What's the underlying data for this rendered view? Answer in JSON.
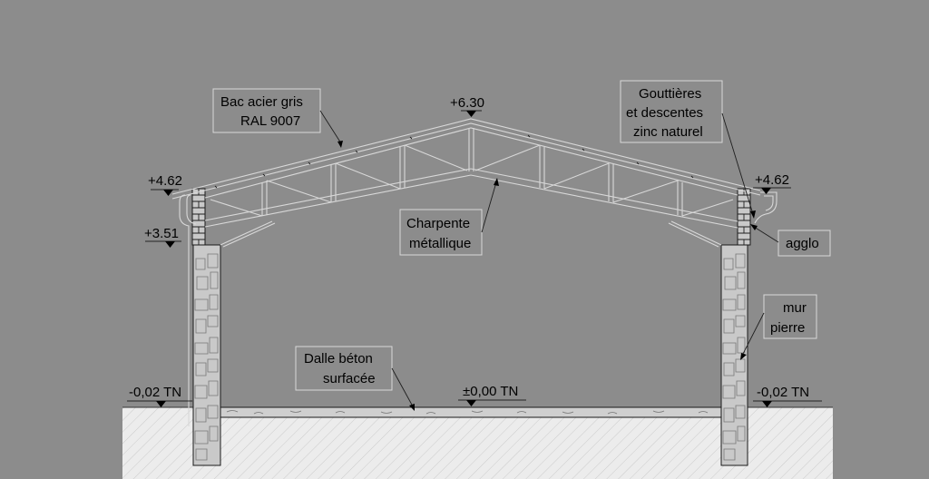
{
  "labels": {
    "roof": [
      "Bac acier gris",
      "RAL 9007"
    ],
    "gutters": [
      "Gouttières",
      "et descentes",
      "zinc naturel"
    ],
    "frame": [
      "Charpente",
      "métallique"
    ],
    "block": [
      "agglo"
    ],
    "wall": [
      "mur",
      "pierre"
    ],
    "slab": [
      "Dalle béton",
      "surfacée"
    ]
  },
  "levels": {
    "ridge": "+6.30",
    "eave_left": "+4.62",
    "eave_right": "+4.62",
    "gutter": "+3.51",
    "floor": "±0,00 TN",
    "ground_left": "-0,02 TN",
    "ground_right": "-0,02 TN"
  }
}
